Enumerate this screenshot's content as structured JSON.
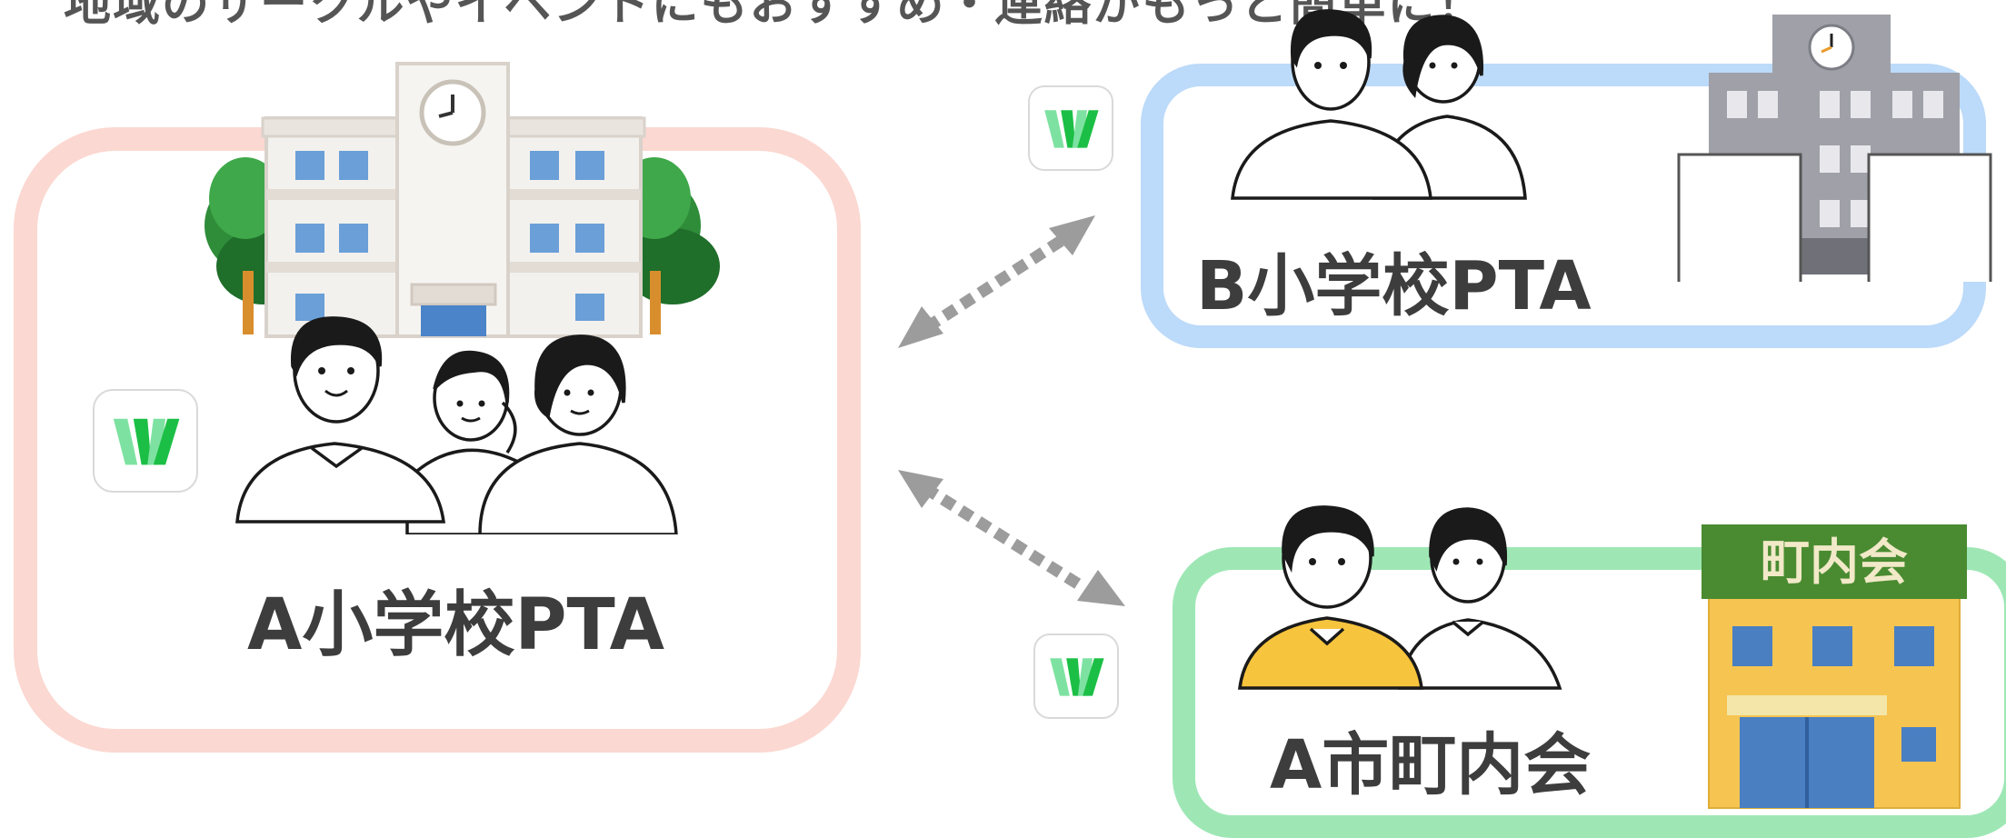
{
  "header_text": "地域のサークルやイベントにもおすすめ・連絡がもっと簡単に！",
  "cards": {
    "a": {
      "label": "A小学校PTA",
      "accent": "#fbd8d1"
    },
    "b": {
      "label": "B小学校PTA",
      "accent": "#bcdaf9"
    },
    "c": {
      "label": "A市町内会",
      "accent": "#9ee7b5"
    }
  },
  "community_hall_sign": "町内会",
  "icons": {
    "app": "w-app-logo-icon",
    "connector": "dotted-double-arrow-icon",
    "school": "school-building-icon",
    "people": "people-group-icon",
    "hall": "community-hall-icon"
  },
  "colors": {
    "arrow": "#9c9c9c",
    "logo_light": "#7de2a1",
    "logo_dark": "#1cbf45",
    "text": "#3d3d3d"
  }
}
